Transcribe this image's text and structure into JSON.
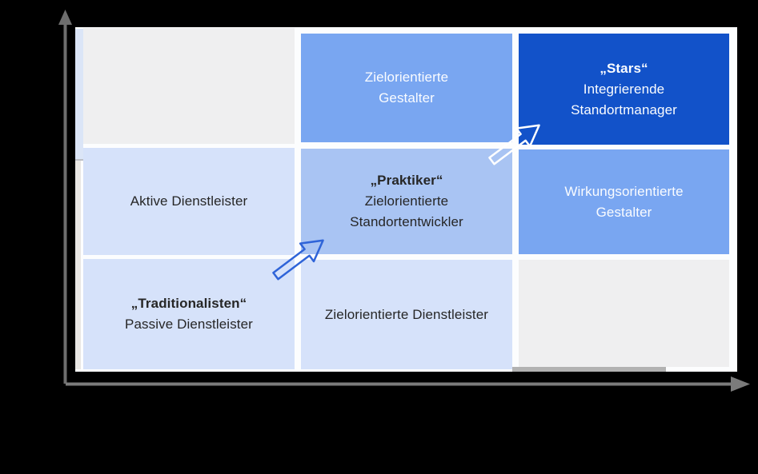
{
  "matrix": {
    "cells": {
      "r1c1": {
        "text": ""
      },
      "r1c2": {
        "line1": "Zielorientierte",
        "line2": "Gestalter"
      },
      "r1c3": {
        "title": "„Stars“",
        "line1": "Integrierende",
        "line2": "Standortmanager"
      },
      "r2c1": {
        "line1": "Aktive Dienstleister"
      },
      "r2c2": {
        "title": "„Praktiker“",
        "line1": "Zielorientierte",
        "line2": "Standortentwickler"
      },
      "r2c3": {
        "line1": "Wirkungsorientierte",
        "line2": "Gestalter"
      },
      "r3c1": {
        "title": "„Traditionalisten“",
        "line1": "Passive Dienstleister"
      },
      "r3c2": {
        "line1": "Zielorientierte Dienstleister"
      },
      "r3c3": {
        "text": ""
      }
    }
  },
  "axes": {
    "y_axis": {
      "direction": "up",
      "label": ""
    },
    "x_axis": {
      "direction": "right",
      "label": ""
    }
  },
  "arrows": {
    "lower": {
      "direction": "up-right",
      "style": "blue-outline"
    },
    "upper": {
      "direction": "up-right",
      "style": "white-outline"
    }
  },
  "colors": {
    "background": "#000000",
    "slide": "#fcfdfe",
    "cell_light_blue": "#d6e2fa",
    "cell_soft_blue": "#a9c4f3",
    "cell_medium_blue": "#79a6f1",
    "cell_dark_blue": "#1252c9",
    "cell_empty_gray": "#efeff0",
    "text_dark": "#262626",
    "text_white": "#fafcff",
    "axis_gray": "#6e6e6e",
    "arrow_blue_outline": "#2f64d8",
    "arrow_white_outline": "#ffffff"
  }
}
